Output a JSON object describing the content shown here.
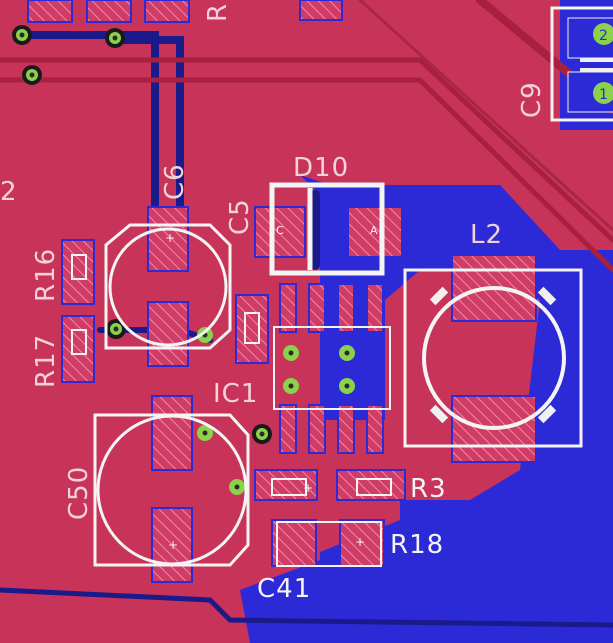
{
  "labels": {
    "d10": "D10",
    "c6": "C6",
    "c5": "C5",
    "l2": "L2",
    "r16": "R16",
    "r17": "R17",
    "ic1": "IC1",
    "c50": "C50",
    "r3": "R3",
    "r18": "R18",
    "c41": "C41",
    "c9": "C9",
    "r_top": "R",
    "edge_2": "2",
    "pad_plus": "+",
    "d10_cathode": "C",
    "d10_anode": "A",
    "c9_pin2": "2",
    "c9_pin1": "1"
  },
  "colors": {
    "top_copper": "#c8335a",
    "bottom_copper": "#2b2ad6",
    "silkscreen": "#f0f0f0",
    "via": "#8bd14a",
    "pad": "#d04060"
  }
}
